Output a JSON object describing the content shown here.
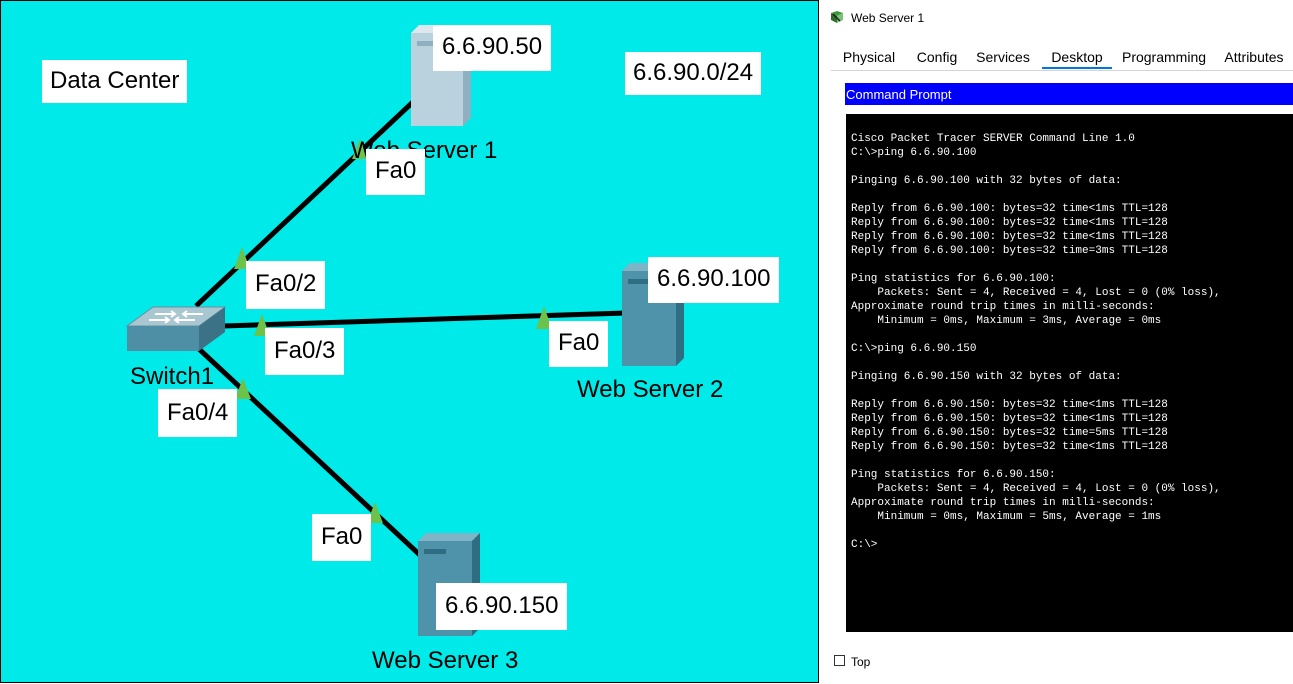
{
  "topology": {
    "area_label": "Data Center",
    "subnet_label": "6.6.90.0/24",
    "link_color": "#000000",
    "port_indicator_color": "#6dc24b",
    "switch": {
      "name": "Switch1"
    },
    "servers": [
      {
        "name": "Web Server 1",
        "ip": "6.6.90.50",
        "port": "Fa0"
      },
      {
        "name": "Web Server 2",
        "ip": "6.6.90.100",
        "port": "Fa0"
      },
      {
        "name": "Web Server 3",
        "ip": "6.6.90.150",
        "port": "Fa0"
      }
    ],
    "switch_ports": [
      "Fa0/2",
      "Fa0/3",
      "Fa0/4"
    ]
  },
  "window": {
    "title": "Web Server 1",
    "icon": "packet-tracer-server-icon"
  },
  "tabs": [
    {
      "label": "Physical",
      "active": false
    },
    {
      "label": "Config",
      "active": false
    },
    {
      "label": "Services",
      "active": false
    },
    {
      "label": "Desktop",
      "active": true
    },
    {
      "label": "Programming",
      "active": false
    },
    {
      "label": "Attributes",
      "active": false
    }
  ],
  "command_prompt": {
    "header": "Command Prompt",
    "header_color": "#0000ff",
    "lines": [
      "Cisco Packet Tracer SERVER Command Line 1.0",
      "C:\\>ping 6.6.90.100",
      "",
      "Pinging 6.6.90.100 with 32 bytes of data:",
      "",
      "Reply from 6.6.90.100: bytes=32 time<1ms TTL=128",
      "Reply from 6.6.90.100: bytes=32 time<1ms TTL=128",
      "Reply from 6.6.90.100: bytes=32 time<1ms TTL=128",
      "Reply from 6.6.90.100: bytes=32 time=3ms TTL=128",
      "",
      "Ping statistics for 6.6.90.100:",
      "    Packets: Sent = 4, Received = 4, Lost = 0 (0% loss),",
      "Approximate round trip times in milli-seconds:",
      "    Minimum = 0ms, Maximum = 3ms, Average = 0ms",
      "",
      "C:\\>ping 6.6.90.150",
      "",
      "Pinging 6.6.90.150 with 32 bytes of data:",
      "",
      "Reply from 6.6.90.150: bytes=32 time<1ms TTL=128",
      "Reply from 6.6.90.150: bytes=32 time<1ms TTL=128",
      "Reply from 6.6.90.150: bytes=32 time=5ms TTL=128",
      "Reply from 6.6.90.150: bytes=32 time<1ms TTL=128",
      "",
      "Ping statistics for 6.6.90.150:",
      "    Packets: Sent = 4, Received = 4, Lost = 0 (0% loss),",
      "Approximate round trip times in milli-seconds:",
      "    Minimum = 0ms, Maximum = 5ms, Average = 1ms",
      "",
      "C:\\>"
    ]
  },
  "footer": {
    "top_checkbox_label": "Top",
    "top_checked": false
  }
}
